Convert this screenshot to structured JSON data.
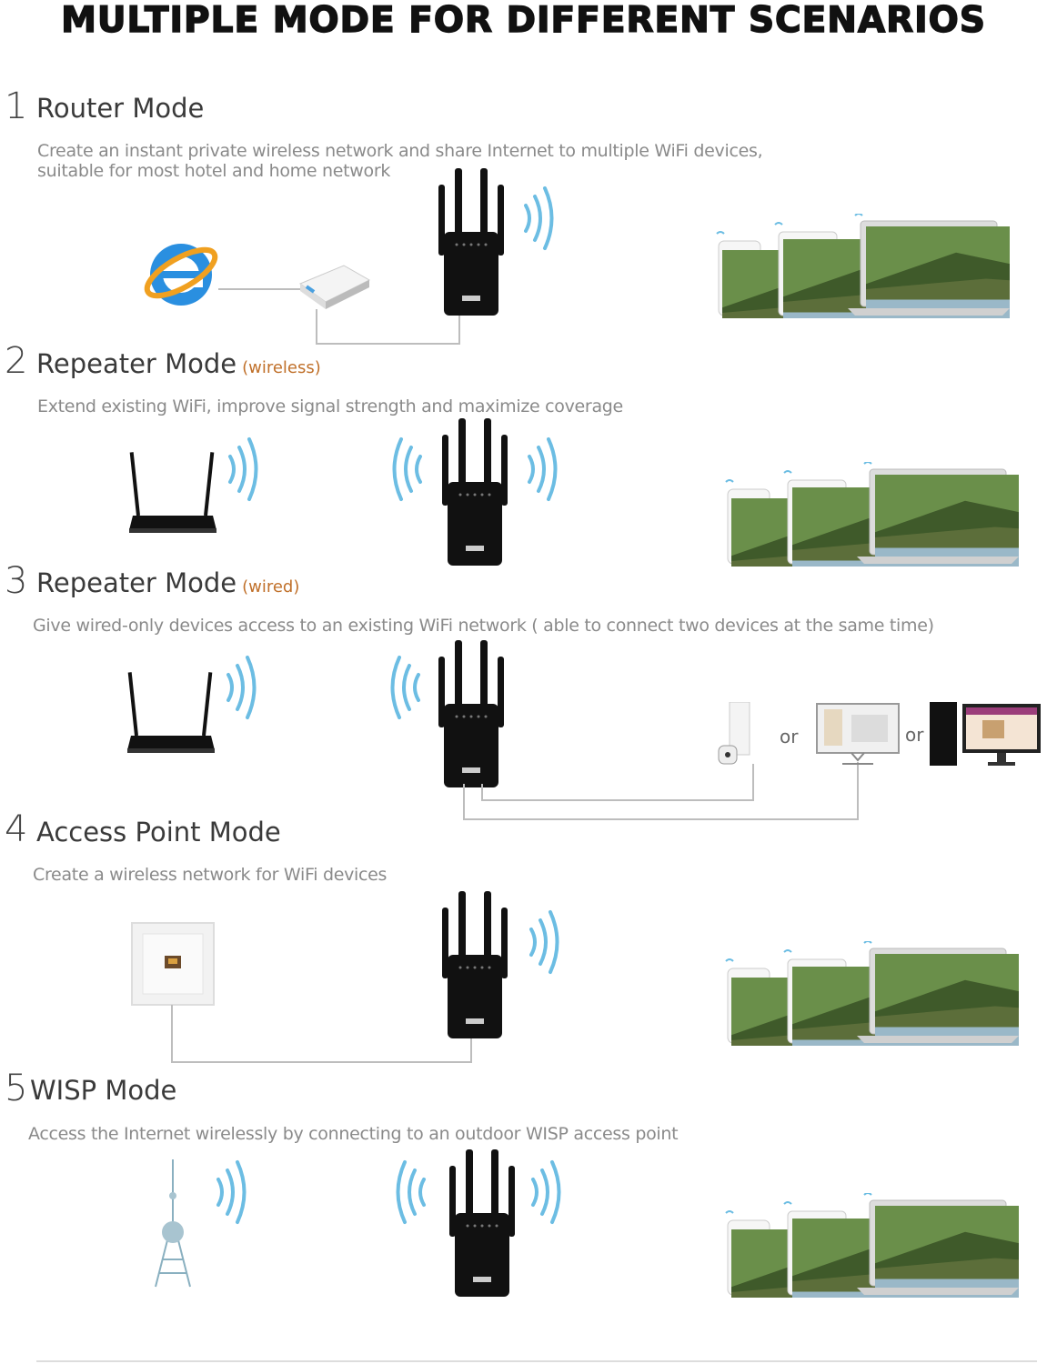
{
  "title": "MULTIPLE MODE FOR DIFFERENT SCENARIOS",
  "modes": [
    {
      "number": "1",
      "name": "Router Mode",
      "tag": "",
      "description": [
        "Create an instant private wireless network and share Internet to multiple WiFi devices,",
        "suitable for most hotel and home network"
      ]
    },
    {
      "number": "2",
      "name": "Repeater Mode",
      "tag": "(wireless)",
      "description": [
        "Extend existing WiFi, improve signal strength and maximize coverage"
      ]
    },
    {
      "number": "3",
      "name": "Repeater Mode",
      "tag": "(wired)",
      "description": [
        "Give wired-only devices access to an existing WiFi network ( able to connect two devices at the same time)"
      ]
    },
    {
      "number": "4",
      "name": "Access Point Mode",
      "tag": "",
      "description": [
        "Create a wireless network for WiFi devices"
      ]
    },
    {
      "number": "5",
      "name": "WISP Mode",
      "tag": "",
      "description": [
        "Access the Internet wirelessly by connecting to an outdoor WISP access point"
      ]
    }
  ],
  "or_label": "or",
  "colors": {
    "wave": "#6cbde3",
    "tag": "#c0702a",
    "connector": "#bdbdbd"
  }
}
